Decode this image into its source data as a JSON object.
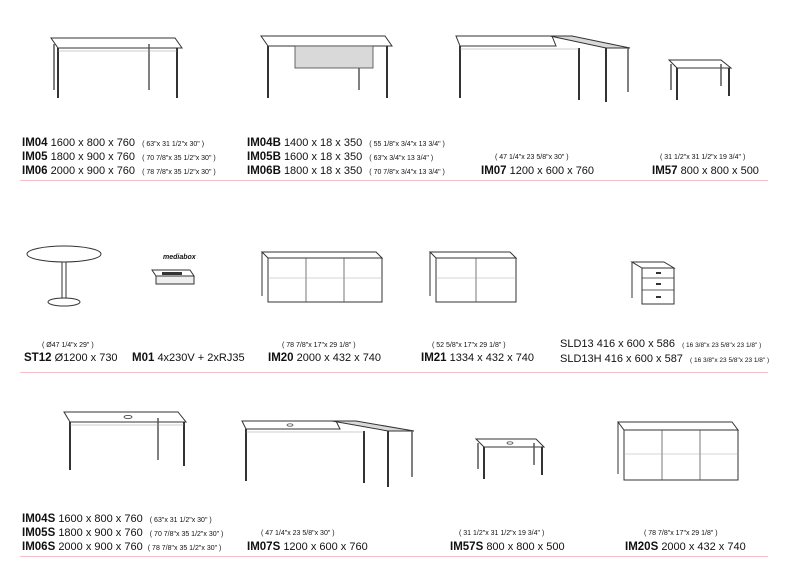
{
  "row1": {
    "im04": {
      "code": "IM04",
      "dims": "1600 x 800 x 760",
      "imperial": "( 63\"x 31 1/2\"x 30\" )"
    },
    "im05": {
      "code": "IM05",
      "dims": "1800 x 900 x 760",
      "imperial": "( 70 7/8\"x 35 1/2\"x 30\" )"
    },
    "im06": {
      "code": "IM06",
      "dims": "2000 x 900 x 760",
      "imperial": "( 78 7/8\"x 35 1/2\"x 30\" )"
    },
    "im04b": {
      "code": "IM04B",
      "dims": "1400 x 18 x 350",
      "imperial": "( 55 1/8\"x 3/4\"x 13 3/4\" )"
    },
    "im05b": {
      "code": "IM05B",
      "dims": "1600 x 18 x 350",
      "imperial": "( 63\"x 3/4\"x 13 3/4\" )"
    },
    "im06b": {
      "code": "IM06B",
      "dims": "1800 x 18 x 350",
      "imperial": "( 70 7/8\"x 3/4\"x 13 3/4\" )"
    },
    "im07": {
      "code": "IM07",
      "dims": "1200 x 600 x 760",
      "imperial": "( 47 1/4\"x 23 5/8\"x 30\" )"
    },
    "im57": {
      "code": "IM57",
      "dims": "800 x 800 x 500",
      "imperial": "( 31 1/2\"x  31 1/2\"x 19 3/4\" )"
    }
  },
  "row2": {
    "st12": {
      "code": "ST12",
      "dims": "Ø1200 x 730",
      "imperial": "( Ø47 1/4\"x 29\" )"
    },
    "m01": {
      "code": "M01",
      "dims": "4x230V + 2xRJ35",
      "product_label": "mediabox"
    },
    "im20": {
      "code": "IM20",
      "dims": "2000 x 432 x 740",
      "imperial": "( 78 7/8\"x 17\"x 29 1/8\" )"
    },
    "im21": {
      "code": "IM21",
      "dims": "1334 x 432 x 740",
      "imperial": "( 52 5/8\"x 17\"x 29 1/8\" )"
    },
    "sld13": {
      "code": "SLD13",
      "dims": "416 x 600 x 586",
      "imperial": "( 16 3/8\"x 23 5/8\"x 23 1/8\" )"
    },
    "sld13h": {
      "code": "SLD13H",
      "dims": "416 x 600 x 587",
      "imperial": "( 16 3/8\"x 23 5/8\"x 23 1/8\" )"
    }
  },
  "row3": {
    "im04s": {
      "code": "IM04S",
      "dims": "1600 x 800 x 760",
      "imperial": "( 63\"x 31 1/2\"x 30\" )"
    },
    "im05s": {
      "code": "IM05S",
      "dims": "1800 x 900 x 760",
      "imperial": "( 70 7/8\"x 35 1/2\"x 30\" )"
    },
    "im06s": {
      "code": "IM06S",
      "dims": "2000 x 900 x 760",
      "imperial": "( 78 7/8\"x 35 1/2\"x 30\" )"
    },
    "im07s": {
      "code": "IM07S",
      "dims": "1200 x 600 x 760",
      "imperial": "( 47 1/4\"x 23 5/8\"x 30\" )"
    },
    "im57s": {
      "code": "IM57S",
      "dims": "800 x 800 x 500",
      "imperial": "( 31 1/2\"x  31 1/2\"x 19 3/4\" )"
    },
    "im20s": {
      "code": "IM20S",
      "dims": "2000 x 432 x 740",
      "imperial": "( 78 7/8\"x 17\"x 29 1/8\" )"
    }
  },
  "colors": {
    "divider": "#f2c2c8",
    "line": "#333333",
    "panel": "#d9d9d9"
  }
}
